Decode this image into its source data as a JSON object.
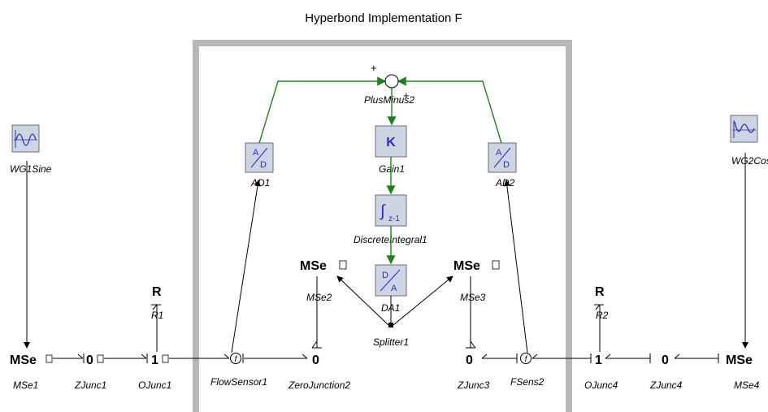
{
  "title": "Hyperbond Implementation F",
  "components": {
    "mse_left": "MSe",
    "junction_0_a": "0",
    "junction_1_a": "1",
    "r1": "R",
    "mse2": "MSe",
    "junction_0_b": "0",
    "mse3": "MSe",
    "junction_0_c": "0",
    "r2": "R",
    "junction_1_b": "1",
    "junction_0_d": "0",
    "mse_right": "MSe"
  },
  "labels": {
    "wg1": "WG1Sine",
    "wg2": "WG2Cos",
    "ad1": "AD1",
    "ad2": "AD2",
    "plusminus": "PlusMinus2",
    "gain": "Gain1",
    "discrete_integral": "DiscreteIntegral1",
    "da": "DA1",
    "splitter": "Splitter1",
    "mse1": "MSe1",
    "zjunc1": "ZJunc1",
    "ojunc1": "OJunc1",
    "r1": "R1",
    "flowsensor1": "FlowSensor1",
    "zerojunction2": "ZeroJunction2",
    "mse2": "MSe2",
    "mse3": "MSe3",
    "zjunc3": "ZJunc3",
    "fsens2": "FSens2",
    "ojunc4": "OJunc4",
    "r2": "R2",
    "zjunc4": "ZJunc4",
    "mse4": "MSe4"
  },
  "signs": {
    "plus_top": "+",
    "plus_right": "+"
  },
  "block_glyphs": {
    "ad_top": "A",
    "ad_bottom": "D",
    "gain": "K",
    "integral": "∫",
    "integral_sub": "z-1",
    "da_top": "D",
    "da_bottom": "A",
    "flow_sensor": "f"
  },
  "colors": {
    "signal": "#208020",
    "block_fill": "#cdd5e4",
    "block_text": "#2b2bb8",
    "frame": "#b8b8b8"
  },
  "icons": [
    "sine-wave-generator-icon",
    "cosine-wave-generator-icon",
    "ad-converter-icon",
    "da-converter-icon",
    "gain-icon",
    "discrete-integral-icon",
    "plus-minus-icon",
    "flow-sensor-icon",
    "splitter-icon"
  ]
}
